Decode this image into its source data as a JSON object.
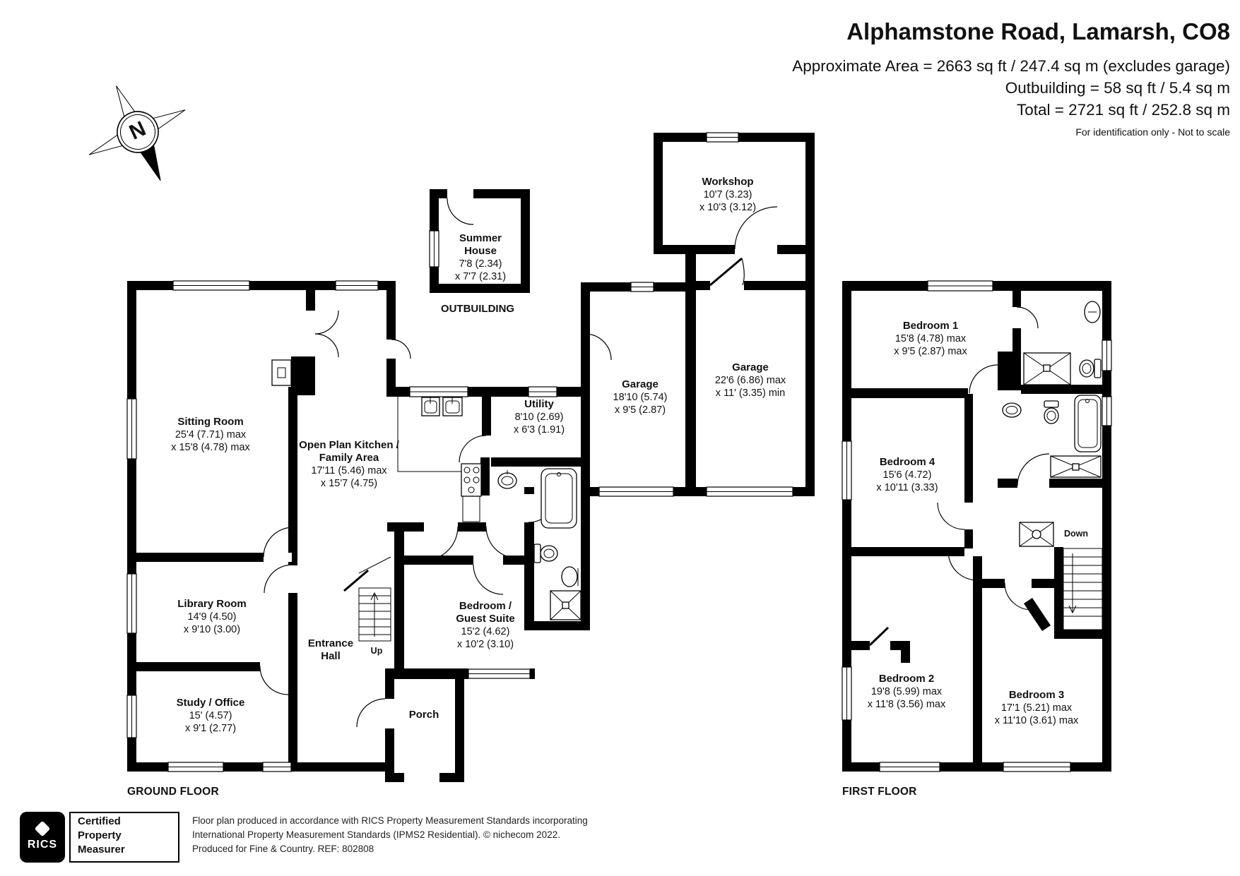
{
  "header": {
    "title": "Alphamstone Road, Lamarsh, CO8",
    "area_line1": "Approximate Area = 2663 sq ft / 247.4 sq m (excludes garage)",
    "area_line2": "Outbuilding = 58 sq ft / 5.4 sq m",
    "area_line3": "Total = 2721 sq ft / 252.8 sq m",
    "note": "For identification only - Not to scale"
  },
  "compass": {
    "label": "N"
  },
  "floors": {
    "ground_label": "GROUND FLOOR",
    "first_label": "FIRST FLOOR",
    "outbuilding_label": "OUTBUILDING"
  },
  "stairs": {
    "up": "Up",
    "down": "Down"
  },
  "rooms": {
    "sitting": {
      "name": "Sitting Room",
      "d1": "25'4 (7.71) max",
      "d2": "x 15'8 (4.78) max"
    },
    "kitchen": {
      "name": "Open Plan Kitchen /",
      "name2": "Family Area",
      "d1": "17'11 (5.46) max",
      "d2": "x 15'7 (4.75)"
    },
    "library": {
      "name": "Library Room",
      "d1": "14'9 (4.50)",
      "d2": "x 9'10 (3.00)"
    },
    "study": {
      "name": "Study / Office",
      "d1": "15' (4.57)",
      "d2": "x 9'1 (2.77)"
    },
    "hall": {
      "name": "Entrance",
      "name2": "Hall"
    },
    "porch": {
      "name": "Porch"
    },
    "guest": {
      "name": "Bedroom /",
      "name2": "Guest Suite",
      "d1": "15'2 (4.62)",
      "d2": "x 10'2 (3.10)"
    },
    "utility": {
      "name": "Utility",
      "d1": "8'10 (2.69)",
      "d2": "x 6'3 (1.91)"
    },
    "garage1": {
      "name": "Garage",
      "d1": "18'10 (5.74)",
      "d2": "x 9'5 (2.87)"
    },
    "garage2": {
      "name": "Garage",
      "d1": "22'6 (6.86) max",
      "d2": "x 11' (3.35) min"
    },
    "workshop": {
      "name": "Workshop",
      "d1": "10'7 (3.23)",
      "d2": "x 10'3 (3.12)"
    },
    "summer": {
      "name": "Summer",
      "name2": "House",
      "d1": "7'8 (2.34)",
      "d2": "x 7'7 (2.31)"
    },
    "bed1": {
      "name": "Bedroom 1",
      "d1": "15'8 (4.78) max",
      "d2": "x 9'5 (2.87) max"
    },
    "bed4": {
      "name": "Bedroom 4",
      "d1": "15'6 (4.72)",
      "d2": "x 10'11 (3.33)"
    },
    "bed2": {
      "name": "Bedroom 2",
      "d1": "19'8 (5.99) max",
      "d2": "x 11'8 (3.56) max"
    },
    "bed3": {
      "name": "Bedroom 3",
      "d1": "17'1 (5.21) max",
      "d2": "x 11'10 (3.61) max"
    }
  },
  "footer": {
    "rics_word": "RICS",
    "cert1": "Certified",
    "cert2": "Property",
    "cert3": "Measurer",
    "disclaimer1": "Floor plan produced in accordance with RICS Property Measurement Standards incorporating",
    "disclaimer2": "International Property Measurement Standards (IPMS2 Residential).  © nichecom 2022.",
    "disclaimer3": "Produced for Fine & Country.   REF:  802808"
  }
}
